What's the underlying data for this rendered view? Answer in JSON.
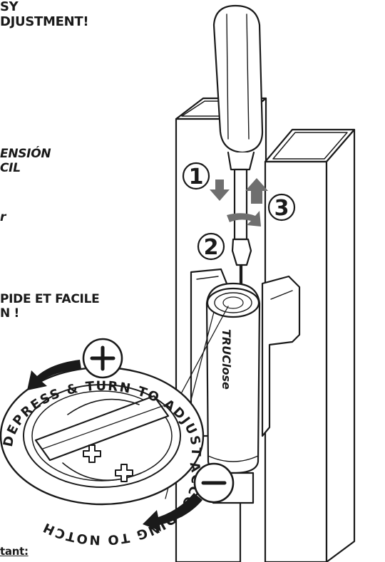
{
  "text_en": [
    "SY",
    "DJUSTMENT!"
  ],
  "text_es": [
    "ENSIÓN",
    "CIL"
  ],
  "text_fr_partial": "r",
  "text_fr": [
    "PIDE ET FACILE",
    "N !"
  ],
  "text_important": "tant:",
  "steps": [
    "1",
    "2",
    "3"
  ],
  "brand": "TRUClose",
  "dial_text": "DEPRESS & TURN TO ADJUST ACCORDING TO NOTCH",
  "icons": {
    "plus": "plus-icon",
    "minus": "minus-icon",
    "arrow_down": "arrow-down-icon",
    "arrow_up": "arrow-up-icon",
    "rotate": "rotate-arrow-icon",
    "counter_clockwise": "curved-arrow-left-icon",
    "clockwise": "curved-arrow-right-icon"
  },
  "colors": {
    "ink": "#1a1a1a",
    "arrow_grey": "#6f6f6f",
    "shade": "#d9d9d9"
  }
}
